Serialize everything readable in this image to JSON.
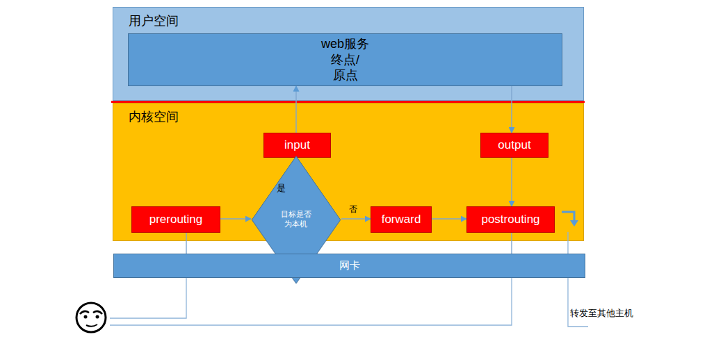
{
  "diagram": {
    "nodes": [
      {
        "text": [
          "用户空间"
        ]
      },
      {
        "text": [
          "web服务 终点/原点"
        ],
        "in": 0
      },
      {
        "text": [
          "内核空间"
        ]
      },
      {
        "text": [
          "input"
        ],
        "in": 2
      },
      {
        "text": [
          "output"
        ],
        "in": 2
      },
      {
        "text": [
          "prerouting"
        ],
        "in": 2
      },
      {
        "text": [
          "目标是否为本机"
        ],
        "in": 2
      },
      {
        "text": [
          "forward"
        ],
        "in": 2
      },
      {
        "text": [
          "postrouting"
        ],
        "in": 2
      },
      {
        "text": [
          "网卡"
        ]
      }
    ],
    "edges": [
      {
        "from": 5,
        "to": 6,
        "arrow": "to"
      },
      {
        "from": 6,
        "to": 3,
        "label": "是",
        "arrow": "to"
      },
      {
        "from": 3,
        "to": 1,
        "arrow": "to"
      },
      {
        "from": 6,
        "to": 7,
        "label": "否",
        "arrow": "to"
      },
      {
        "from": 7,
        "to": 8,
        "arrow": "to"
      },
      {
        "from": 1,
        "to": 4,
        "arrow": "to"
      },
      {
        "from": 4,
        "to": 8,
        "arrow": "to"
      },
      {
        "from": 9,
        "to": 5,
        "arrow": "none"
      },
      {
        "from": 8,
        "to": 9,
        "arrow": "none"
      }
    ],
    "labels": [
      "转发至其他主机"
    ]
  }
}
